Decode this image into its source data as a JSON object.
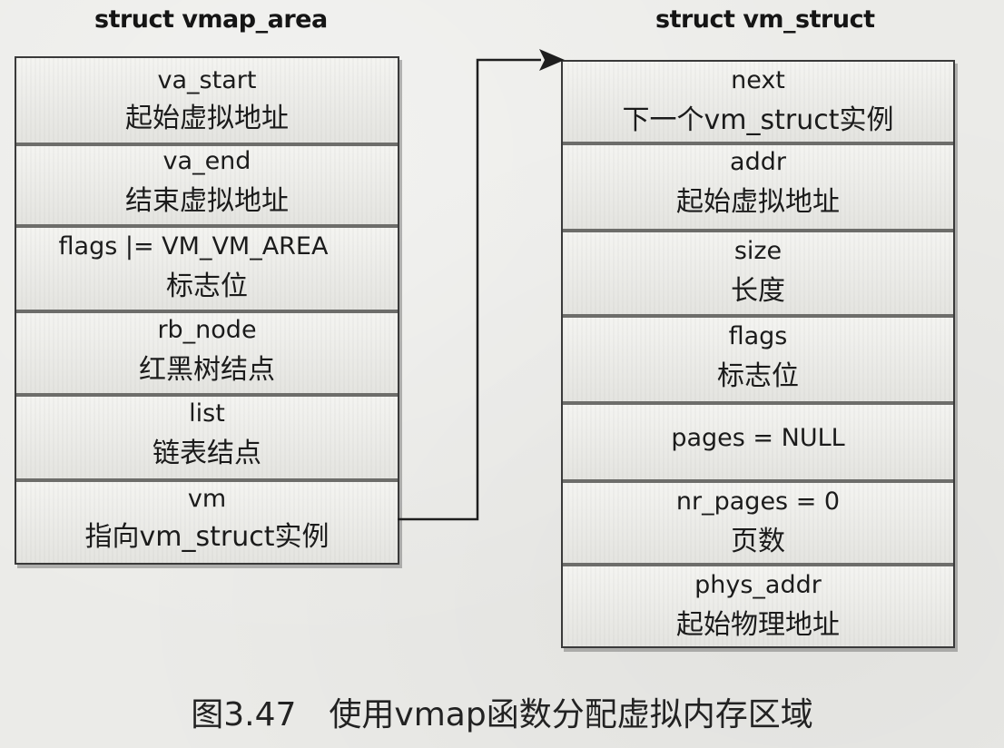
{
  "left_struct": {
    "title": "struct vmap_area",
    "fields": [
      {
        "name": "va_start",
        "desc": "起始虚拟地址"
      },
      {
        "name": "va_end",
        "desc": "结束虚拟地址"
      },
      {
        "name": "flags |= VM_VM_AREA",
        "desc": "标志位"
      },
      {
        "name": "rb_node",
        "desc": "红黑树结点"
      },
      {
        "name": "list",
        "desc": "链表结点"
      },
      {
        "name": "vm",
        "desc": "指向vm_struct实例"
      }
    ]
  },
  "right_struct": {
    "title": "struct vm_struct",
    "fields": [
      {
        "name": "next",
        "desc": "下一个vm_struct实例"
      },
      {
        "name": "addr",
        "desc": "起始虚拟地址"
      },
      {
        "name": "size",
        "desc": "长度"
      },
      {
        "name": "flags",
        "desc": "标志位"
      },
      {
        "name": "pages = NULL",
        "desc": ""
      },
      {
        "name": "nr_pages = 0",
        "desc": "页数"
      },
      {
        "name": "phys_addr",
        "desc": "起始物理地址"
      }
    ]
  },
  "caption": "图3.47　使用vmap函数分配虚拟内存区域"
}
